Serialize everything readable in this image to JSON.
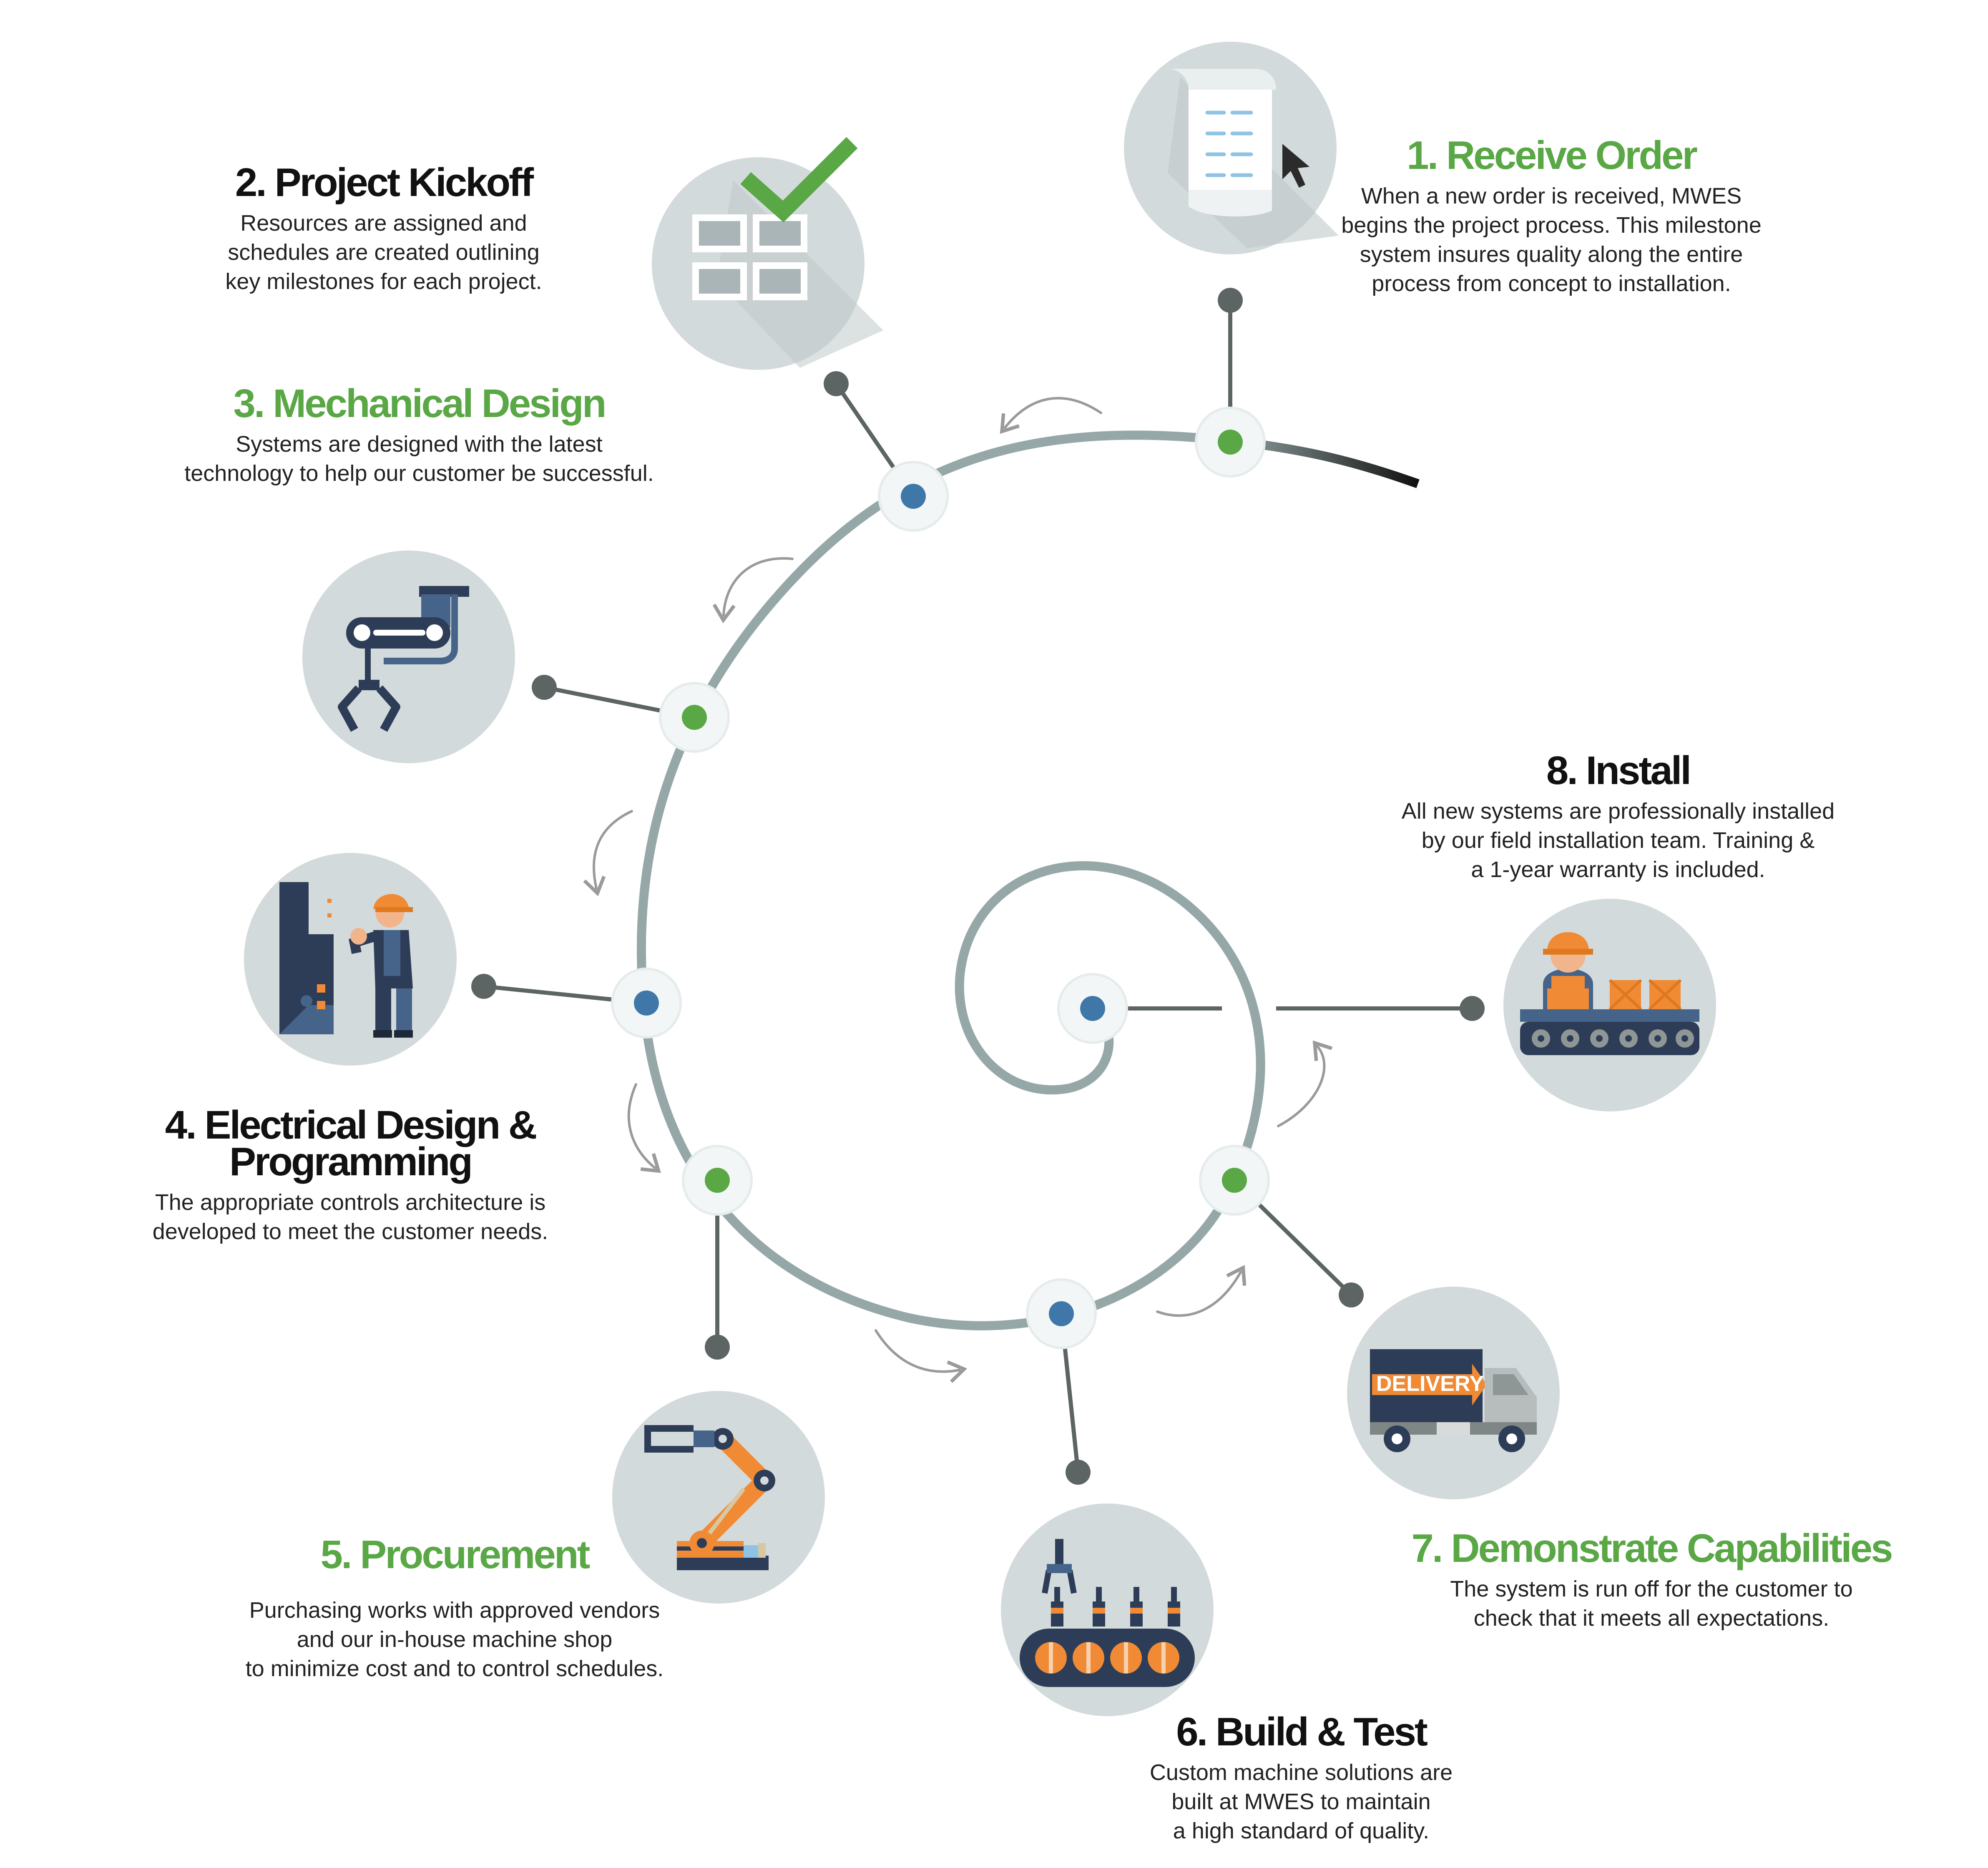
{
  "colors": {
    "green": "#5aa746",
    "blue": "#3f78a8",
    "spiral": "#95a8a7",
    "connector": "#5d6564",
    "icon_bg": "#d3dadb",
    "orange": "#f08a34",
    "navy": "#2e3d57"
  },
  "steps": [
    {
      "id": "receive-order",
      "title": "1. Receive Order",
      "title_color": "green",
      "icon": "document-cursor-icon",
      "lines": [
        "When a new order is received, MWES",
        "begins the project process.  This milestone",
        "system insures quality along the entire",
        "process from concept to installation."
      ]
    },
    {
      "id": "project-kickoff",
      "title": "2. Project Kickoff",
      "title_color": "black",
      "icon": "checklist-grid-icon",
      "lines": [
        "Resources are assigned and",
        "schedules are created outlining",
        "key milestones for each project."
      ]
    },
    {
      "id": "mechanical-design",
      "title": "3. Mechanical Design",
      "title_color": "green",
      "icon": "conveyor-gripper-icon",
      "lines": [
        "Systems are designed with the latest",
        "technology to help our customer be successful."
      ]
    },
    {
      "id": "electrical-design",
      "title": "4. Electrical Design &",
      "title2": "Programming",
      "title_color": "black",
      "icon": "technician-panel-icon",
      "lines": [
        "The appropriate controls architecture is",
        "developed to meet the customer needs."
      ]
    },
    {
      "id": "procurement",
      "title": "5. Procurement",
      "title_color": "green",
      "icon": "robot-arm-icon",
      "lines": [
        "Purchasing works with approved vendors",
        "and our in-house machine shop",
        "to minimize cost and to control schedules."
      ]
    },
    {
      "id": "build-test",
      "title": "6. Build & Test",
      "title_color": "black",
      "icon": "bottle-conveyor-icon",
      "lines": [
        "Custom machine solutions are",
        "built at MWES to maintain",
        "a high standard of quality."
      ]
    },
    {
      "id": "demonstrate",
      "title": "7. Demonstrate Capabilities",
      "title_color": "green",
      "icon": "delivery-truck-icon",
      "truck_label": "DELIVERY",
      "lines": [
        "The system is run off for the customer to",
        "check that it meets all expectations."
      ]
    },
    {
      "id": "install",
      "title": "8. Install",
      "title_color": "black",
      "icon": "worker-conveyor-icon",
      "lines": [
        "All new systems are professionally installed",
        "by our field installation team.  Training &",
        "a 1-year warranty is included."
      ]
    }
  ]
}
